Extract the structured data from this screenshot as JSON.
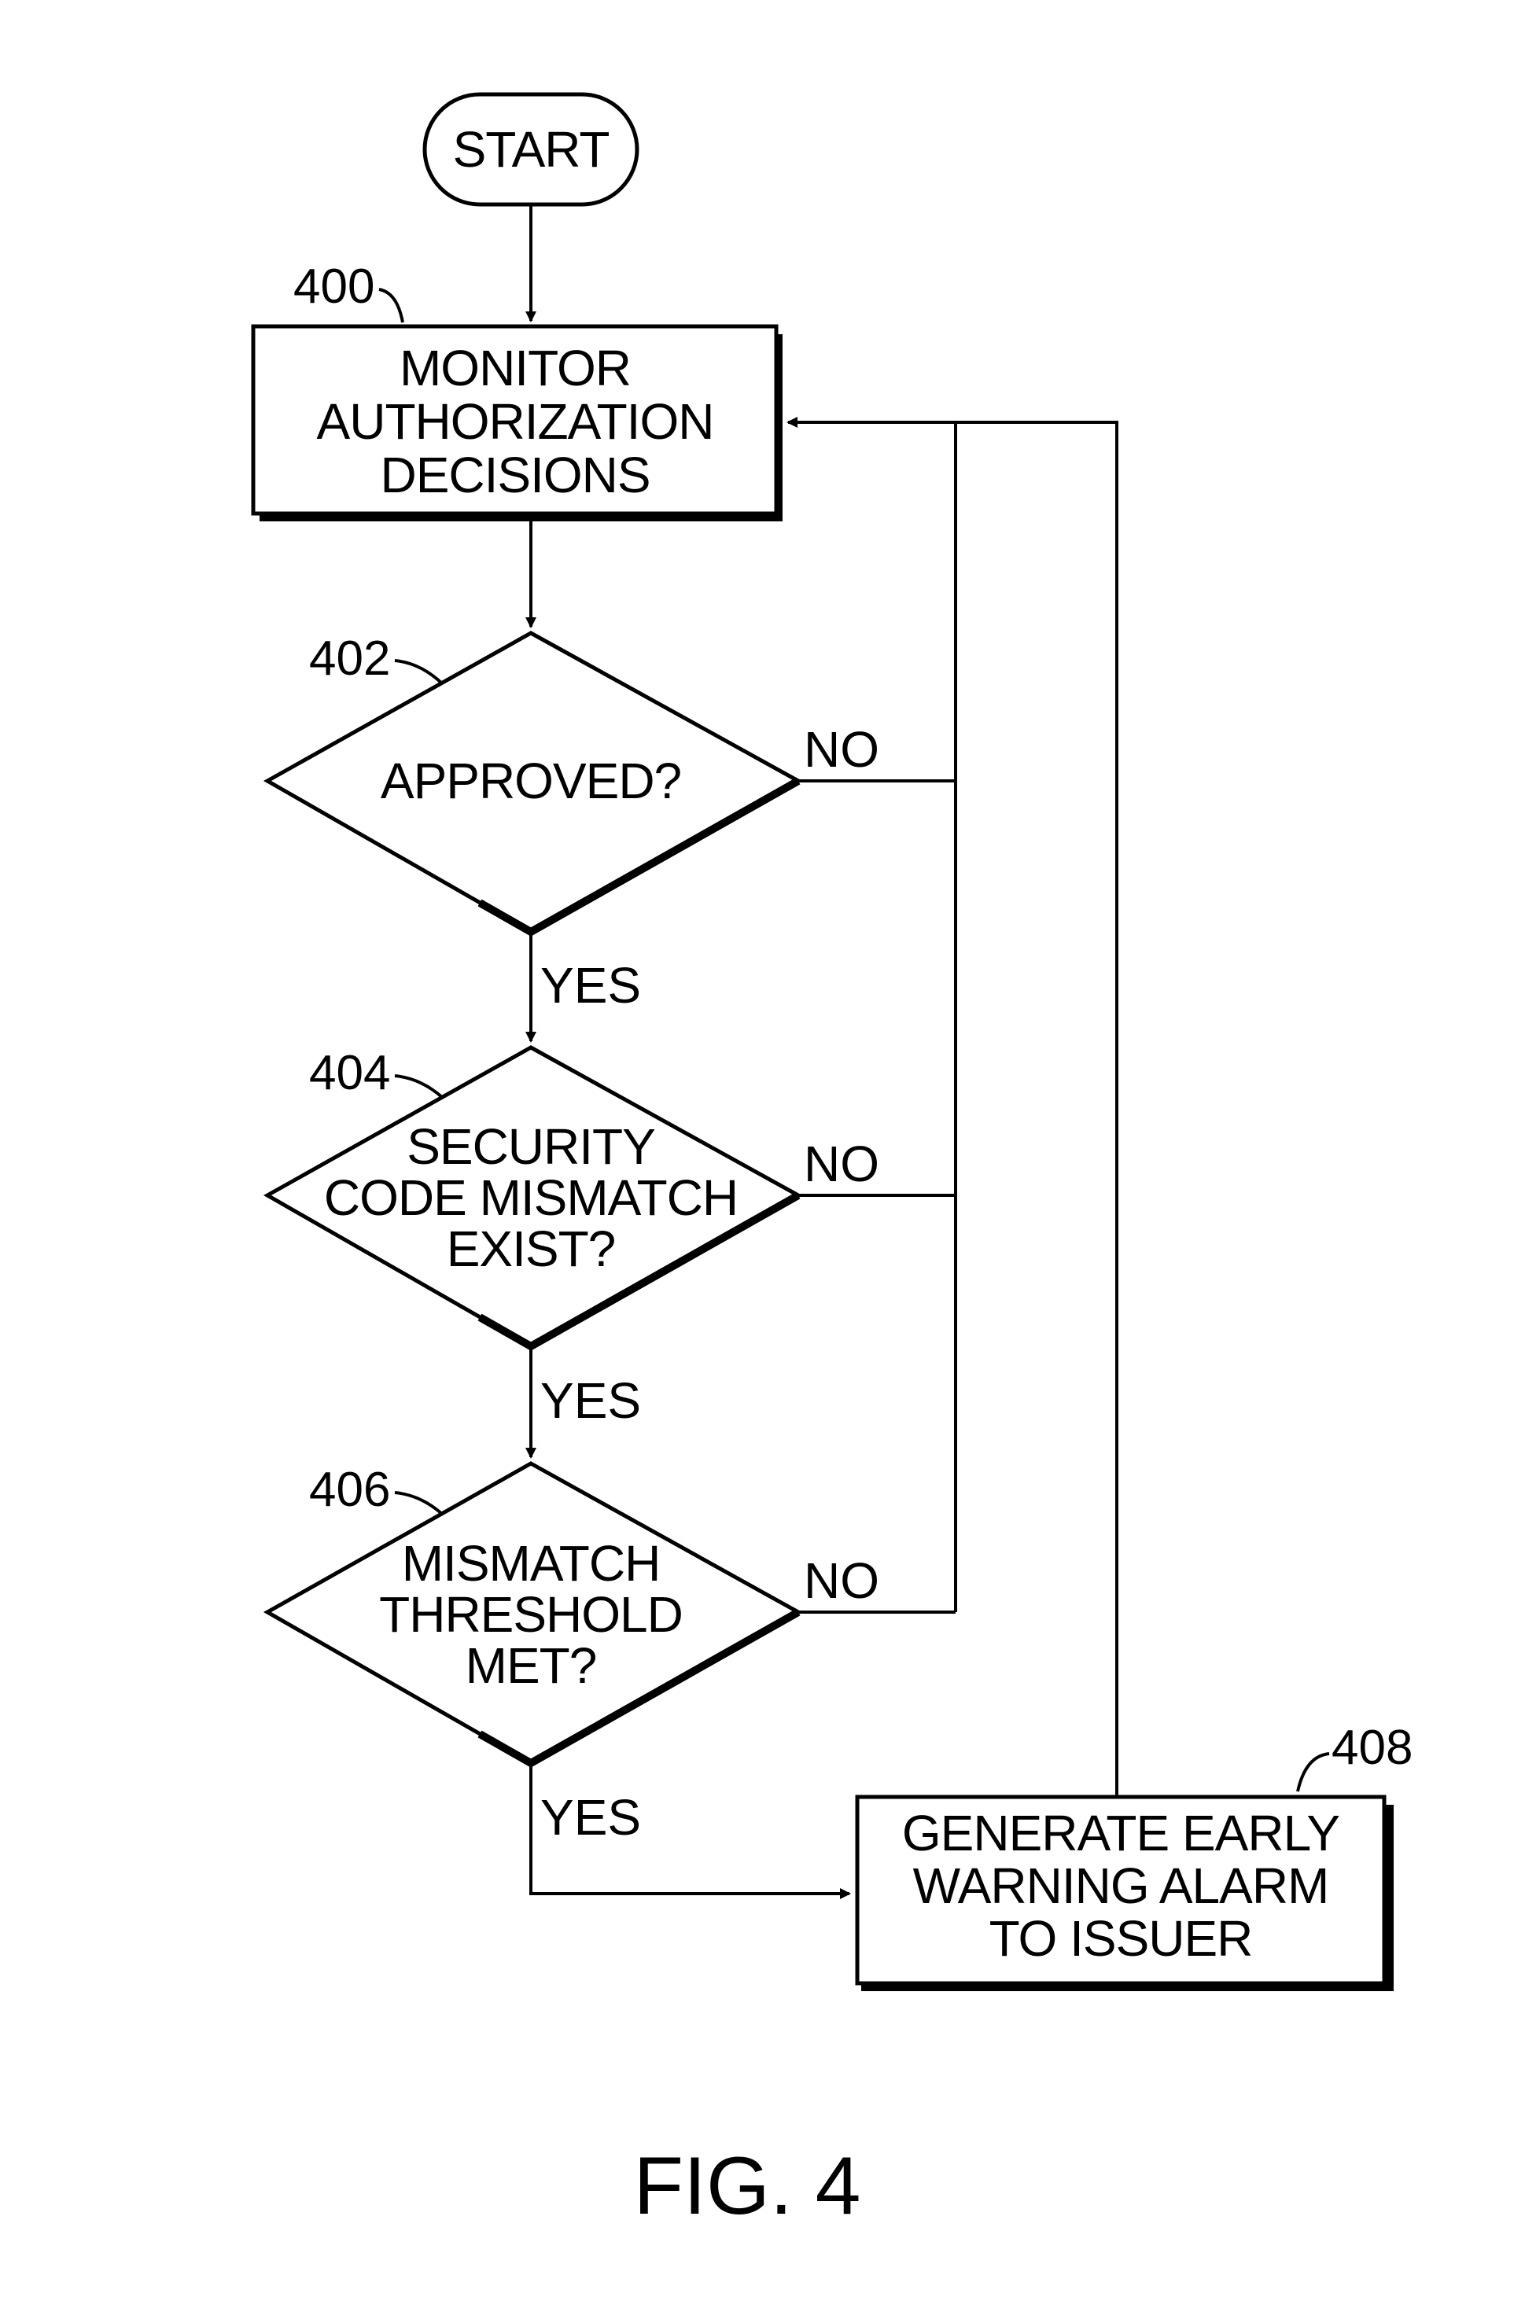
{
  "nodes": {
    "start": {
      "lines": [
        "START"
      ]
    },
    "monitor": {
      "ref": "400",
      "lines": [
        "MONITOR",
        "AUTHORIZATION",
        "DECISIONS"
      ]
    },
    "approved": {
      "ref": "402",
      "lines": [
        "APPROVED?"
      ]
    },
    "mismatch_exist": {
      "ref": "404",
      "lines": [
        "SECURITY",
        "CODE MISMATCH",
        "EXIST?"
      ]
    },
    "threshold": {
      "ref": "406",
      "lines": [
        "MISMATCH",
        "THRESHOLD",
        "MET?"
      ]
    },
    "alarm": {
      "ref": "408",
      "lines": [
        "GENERATE EARLY",
        "WARNING ALARM",
        "TO ISSUER"
      ]
    }
  },
  "edges": {
    "approved_no": "NO",
    "approved_yes": "YES",
    "mismatch_no": "NO",
    "mismatch_yes": "YES",
    "threshold_no": "NO",
    "threshold_yes": "YES"
  },
  "figure_label": "FIG. 4"
}
